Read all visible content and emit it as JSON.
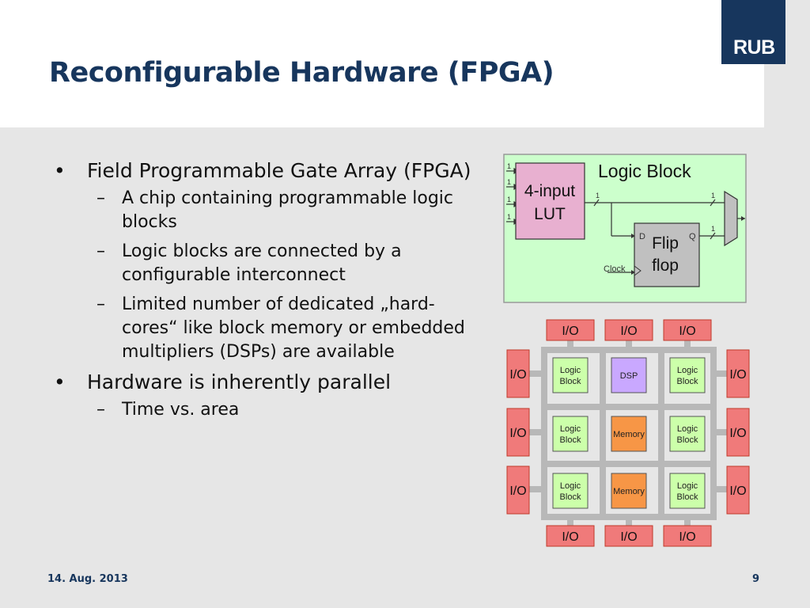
{
  "slide": {
    "title": "Reconfigurable Hardware (FPGA)",
    "logo": "RUB",
    "date": "14. Aug. 2013",
    "page": "9"
  },
  "bullets": [
    {
      "text": "Field Programmable Gate Array (FPGA)",
      "sub": [
        "A chip containing programmable logic blocks",
        "Logic blocks are connected by a configurable interconnect",
        "Limited number of dedicated „hard-cores“ like block memory or embedded multipliers (DSPs) are available"
      ]
    },
    {
      "text": "Hardware is inherently parallel",
      "sub": [
        "Time vs. area"
      ]
    }
  ],
  "logic_block": {
    "title": "Logic Block",
    "lut": [
      "4-input",
      "LUT"
    ],
    "ff": [
      "Flip",
      "flop"
    ],
    "clock": "Clock",
    "pin_d": "D",
    "pin_q": "Q",
    "width_labels": [
      "1",
      "1",
      "1",
      "1",
      "1",
      "1",
      "1"
    ],
    "colors": {
      "bg": "#ccffcc",
      "lut": "#e8b0d0",
      "ff": "#c0c0c0"
    }
  },
  "fabric": {
    "io_label": "I/O",
    "top_io": [
      "I/O",
      "I/O",
      "I/O"
    ],
    "bottom_io": [
      "I/O",
      "I/O",
      "I/O"
    ],
    "left_io": [
      "I/O",
      "I/O",
      "I/O"
    ],
    "right_io": [
      "I/O",
      "I/O",
      "I/O"
    ],
    "cells": [
      {
        "kind": "logic",
        "lines": [
          "Logic",
          "Block"
        ]
      },
      {
        "kind": "dsp",
        "lines": [
          "DSP"
        ]
      },
      {
        "kind": "logic",
        "lines": [
          "Logic",
          "Block"
        ]
      },
      {
        "kind": "logic",
        "lines": [
          "Logic",
          "Block"
        ]
      },
      {
        "kind": "memory",
        "lines": [
          "Memory"
        ]
      },
      {
        "kind": "logic",
        "lines": [
          "Logic",
          "Block"
        ]
      },
      {
        "kind": "logic",
        "lines": [
          "Logic",
          "Block"
        ]
      },
      {
        "kind": "memory",
        "lines": [
          "Memory"
        ]
      },
      {
        "kind": "logic",
        "lines": [
          "Logic",
          "Block"
        ]
      }
    ],
    "colors": {
      "io": "#f07a7a",
      "logic": "#ccffaa",
      "dsp": "#c9a8ff",
      "memory": "#f79646",
      "wire": "#b8b8b8"
    }
  }
}
